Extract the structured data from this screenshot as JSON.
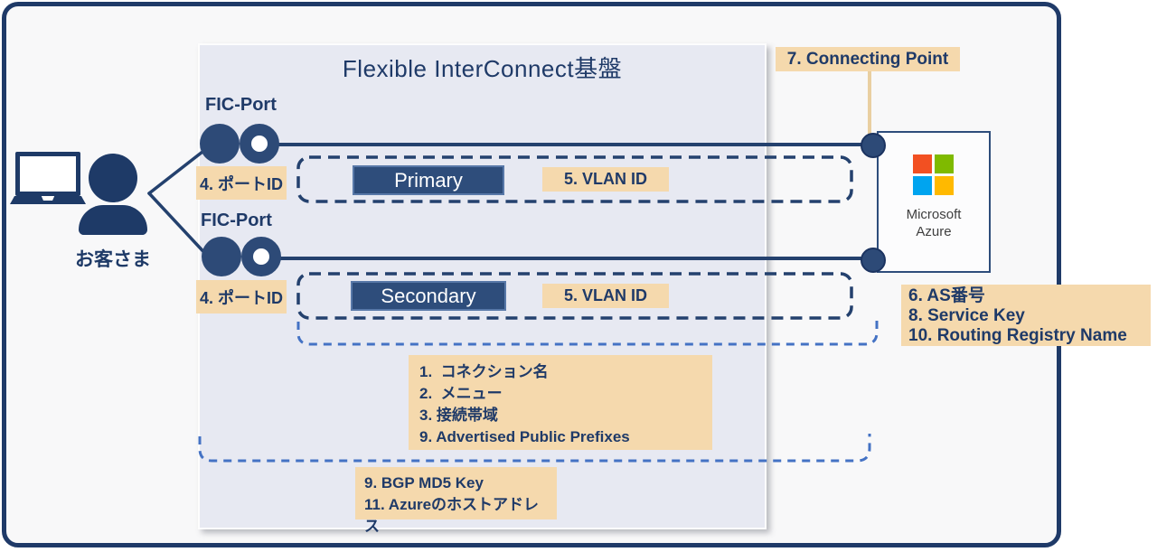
{
  "diagram": {
    "title": "Flexible InterConnect基盤",
    "customer_label": "お客さま",
    "port_rows": [
      {
        "port_label": "FIC-Port",
        "port_id": "4. ポートID",
        "path_name": "Primary",
        "vlan": "5. VLAN ID"
      },
      {
        "port_label": "FIC-Port",
        "port_id": "4. ポートID",
        "path_name": "Secondary",
        "vlan": "5. VLAN ID"
      }
    ],
    "connecting_point": "7. Connecting Point",
    "azure": {
      "line1": "Microsoft",
      "line2": "Azure"
    },
    "azure_side_notes": [
      "6. AS番号",
      "8. Service Key",
      "10. Routing Registry Name"
    ],
    "connection_notes": [
      "1.  コネクション名",
      "2.  メニュー",
      "3. 接続帯域",
      "9. Advertised Public Prefixes"
    ],
    "bottom_notes": [
      "9. BGP MD5 Key",
      "11. Azureのホストアドレス"
    ]
  },
  "colors": {
    "frame_navy": "#1f3a68",
    "fill_navy": "#2e4d7b",
    "line_navy": "#24416e",
    "annotation_tan": "#f5d9ad",
    "leader_tan": "#e9cfa1",
    "dashed_blue": "#4472c4",
    "fic_background": "#e7e9f2",
    "ms_logo_red": "#f25022",
    "ms_logo_green": "#7fba00",
    "ms_logo_blue": "#00a4ef",
    "ms_logo_yellow": "#ffb900"
  }
}
